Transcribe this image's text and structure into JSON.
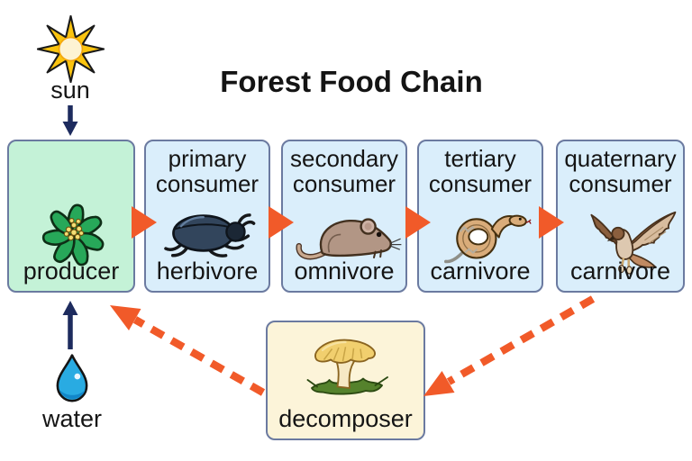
{
  "title": "Forest Food Chain",
  "energy_inputs": {
    "sun": {
      "label": "sun"
    },
    "water": {
      "label": "water"
    }
  },
  "chain_boxes": [
    {
      "role": "",
      "feeding_type": "producer",
      "organism": "flower"
    },
    {
      "role": "primary consumer",
      "feeding_type": "herbivore",
      "organism": "beetle"
    },
    {
      "role": "secondary consumer",
      "feeding_type": "omnivore",
      "organism": "mouse"
    },
    {
      "role": "tertiary consumer",
      "feeding_type": "carnivore",
      "organism": "snake"
    },
    {
      "role": "quaternary consumer",
      "feeding_type": "carnivore",
      "organism": "hawk"
    }
  ],
  "decomposer": {
    "label": "decomposer",
    "organism": "mushroom"
  },
  "flows": [
    {
      "from": "sun",
      "to": "producer",
      "style": "solid-navy-arrow"
    },
    {
      "from": "water",
      "to": "producer",
      "style": "solid-navy-arrow"
    },
    {
      "from": "producer",
      "to": "primary consumer",
      "style": "solid-orange-arrow"
    },
    {
      "from": "primary consumer",
      "to": "secondary consumer",
      "style": "solid-orange-arrow"
    },
    {
      "from": "secondary consumer",
      "to": "tertiary consumer",
      "style": "solid-orange-arrow"
    },
    {
      "from": "tertiary consumer",
      "to": "quaternary consumer",
      "style": "solid-orange-arrow"
    },
    {
      "from": "quaternary consumer",
      "to": "decomposer",
      "style": "dashed-orange-arrow"
    },
    {
      "from": "decomposer",
      "to": "producer",
      "style": "dashed-orange-arrow"
    }
  ],
  "colors": {
    "producer_box": "#c4f2d7",
    "consumer_box": "#daeefb",
    "decomposer_box": "#fcf4d9",
    "box_border": "#6b7aa0",
    "arrow_orange": "#f15a29",
    "arrow_navy": "#1d2b5e",
    "sun_yellow": "#fbc40f",
    "water_blue": "#29abe2"
  }
}
